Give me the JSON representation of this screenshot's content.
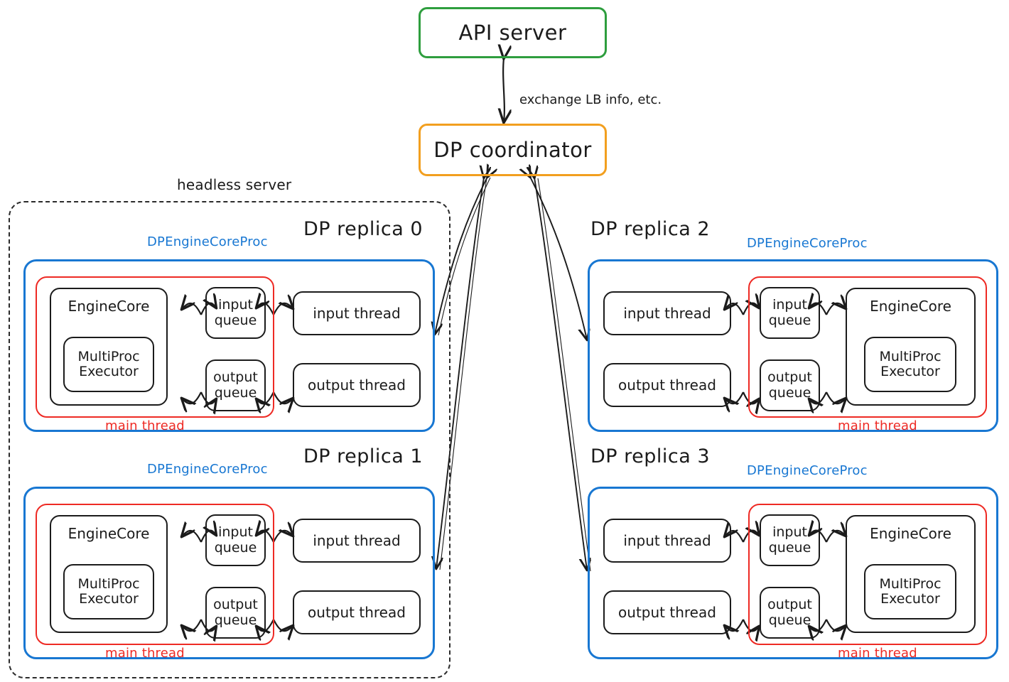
{
  "diagram": {
    "title_nodes": {
      "api_server": "API server",
      "dp_coordinator": "DP coordinator"
    },
    "edge_labels": {
      "coordinator_api": "exchange LB info, etc."
    },
    "group_labels": {
      "headless_server": "headless server"
    },
    "colors": {
      "api_server_border": "#2e9e3e",
      "coordinator_border": "#f29f1f",
      "proc_border": "#1877d2",
      "main_thread_border": "#ee2a24",
      "node_border": "#1b1b1b",
      "headless_border": "#2b2b2b"
    },
    "common": {
      "proc_tag": "DPEngineCoreProc",
      "main_thread_tag": "main thread",
      "engine_core": "EngineCore",
      "multiproc_line1": "MultiProc",
      "multiproc_line2": "Executor",
      "input_queue_line1": "input",
      "input_queue_line2": "queue",
      "output_queue_line1": "output",
      "output_queue_line2": "queue",
      "input_thread": "input thread",
      "output_thread": "output thread"
    },
    "replicas": [
      {
        "id": "0",
        "title": "DP replica 0",
        "side": "left",
        "in_headless": true
      },
      {
        "id": "1",
        "title": "DP replica 1",
        "side": "left",
        "in_headless": true
      },
      {
        "id": "2",
        "title": "DP replica 2",
        "side": "right",
        "in_headless": false
      },
      {
        "id": "3",
        "title": "DP replica 3",
        "side": "right",
        "in_headless": false
      }
    ]
  }
}
